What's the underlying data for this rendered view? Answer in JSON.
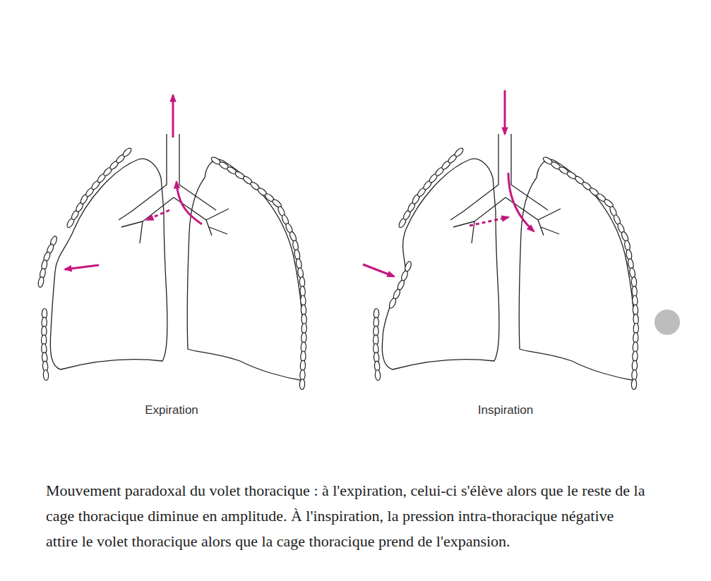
{
  "diagram": {
    "caption": "Mouvement paradoxal du volet thoracique : à l'expiration, celui-ci s'élève alors que le reste de la cage thoracique diminue en amplitude. À l'inspiration, la pression intra-thoracique négative attire le volet thoracique alors que la cage thoracique prend de l'expansion.",
    "labels": [
      "Expiration",
      "Inspiration"
    ]
  }
}
